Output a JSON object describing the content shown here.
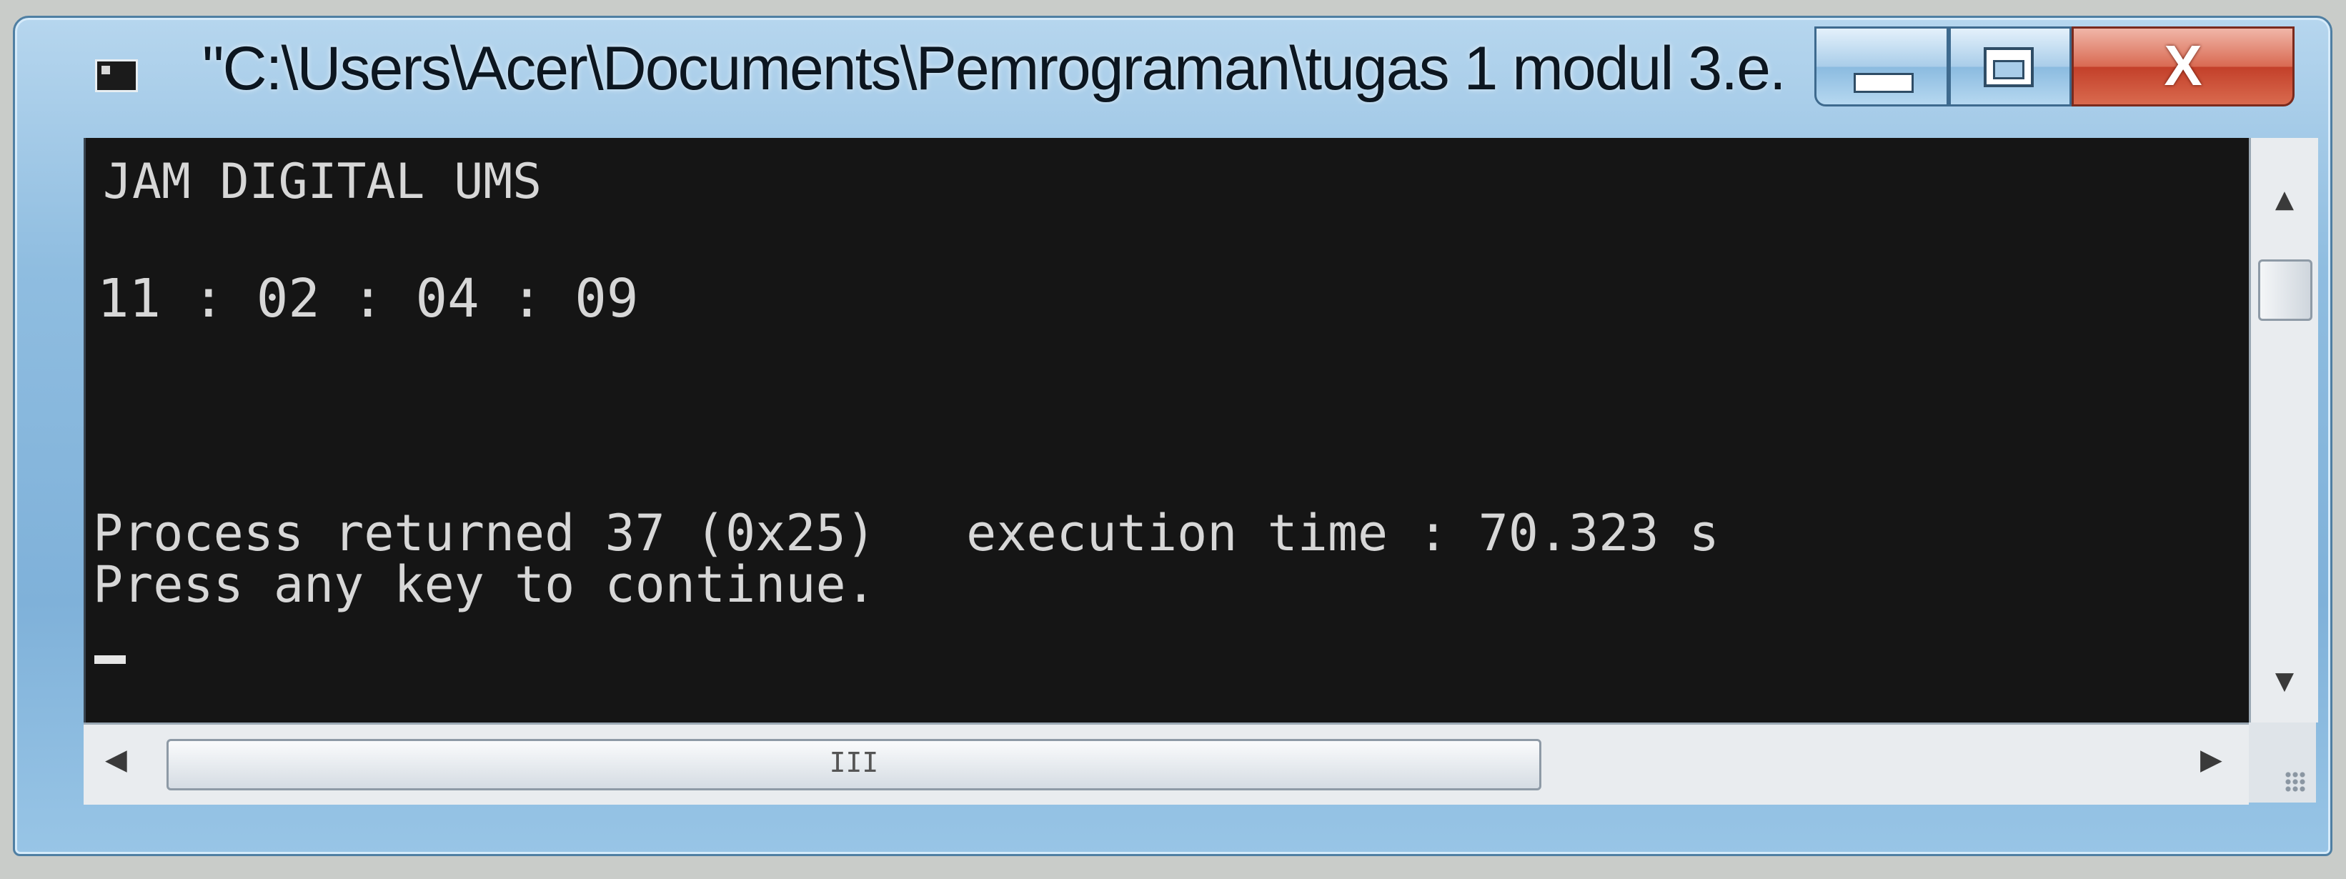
{
  "window": {
    "title": "\"C:\\Users\\Acer\\Documents\\Pemrograman\\tugas 1 modul 3.e...",
    "app_icon": "console-icon",
    "caption_buttons": {
      "minimize_icon": "minimize-icon",
      "maximize_icon": "maximize-icon",
      "close_glyph": "X"
    }
  },
  "console": {
    "lines": [
      "JAM DIGITAL UMS",
      "11 : 02 : 04 : 09",
      "Process returned 37 (0x25)   execution time : 70.323 s",
      "Press any key to continue."
    ],
    "background": "#151515",
    "foreground": "#d7d7d7"
  },
  "scrollbars": {
    "vertical": {
      "up_arrow": "▲",
      "down_arrow": "▼"
    },
    "horizontal": {
      "left_arrow": "◀",
      "right_arrow": "▶",
      "grip": "III"
    }
  }
}
